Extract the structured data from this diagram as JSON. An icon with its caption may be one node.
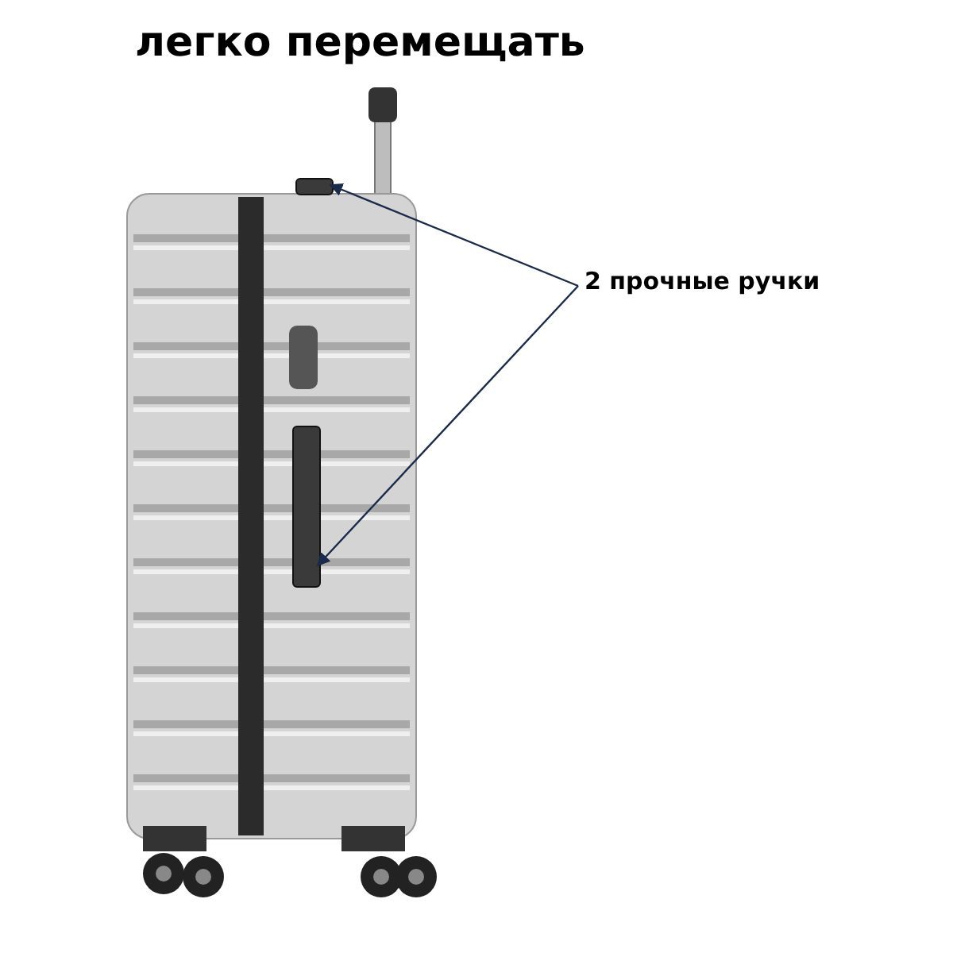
{
  "diagram": {
    "title": "легко перемещать",
    "nodes": [
      {
        "text": [
          "2 прочные ручки"
        ]
      },
      {
        "text": [],
        "shape": "bar"
      },
      {
        "text": [],
        "shape": "bar"
      }
    ],
    "edges": [
      {
        "from": 0,
        "to": 1,
        "arrow": "to"
      },
      {
        "from": 0,
        "to": 2,
        "arrow": "to"
      }
    ]
  }
}
